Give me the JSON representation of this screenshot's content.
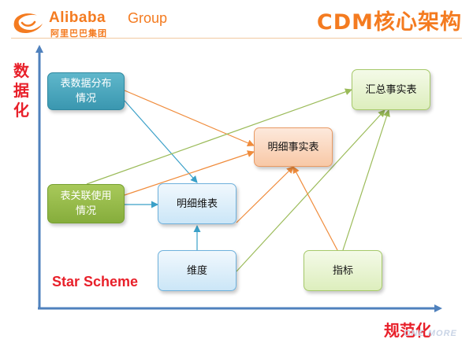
{
  "header": {
    "logo_en": "Alibaba",
    "logo_group": "Group",
    "logo_cn": "阿里巴巴集团",
    "title": "CDM核心架构"
  },
  "axes": {
    "y_label_lines": [
      "数",
      "据",
      "化"
    ],
    "x_label": "规范化"
  },
  "caption": "Star Scheme",
  "watermark": "ONE MORE",
  "nodes": {
    "table_distribution": {
      "lines": [
        "表数据分布",
        "情况"
      ]
    },
    "table_relation": {
      "lines": [
        "表关联使用",
        "情况"
      ]
    },
    "detail_dim": {
      "label": "明细维表"
    },
    "dimension": {
      "label": "维度"
    },
    "detail_fact": {
      "label": "明细事实表"
    },
    "summary_fact": {
      "label": "汇总事实表"
    },
    "metric": {
      "label": "指标"
    }
  },
  "edge_colors": {
    "orange": "#f08c3c",
    "blue": "#3aa0c8",
    "green": "#9bbb59"
  },
  "axis_color": "#4f81bd",
  "accent_color": "#f47b20",
  "label_color": "#e8202a"
}
